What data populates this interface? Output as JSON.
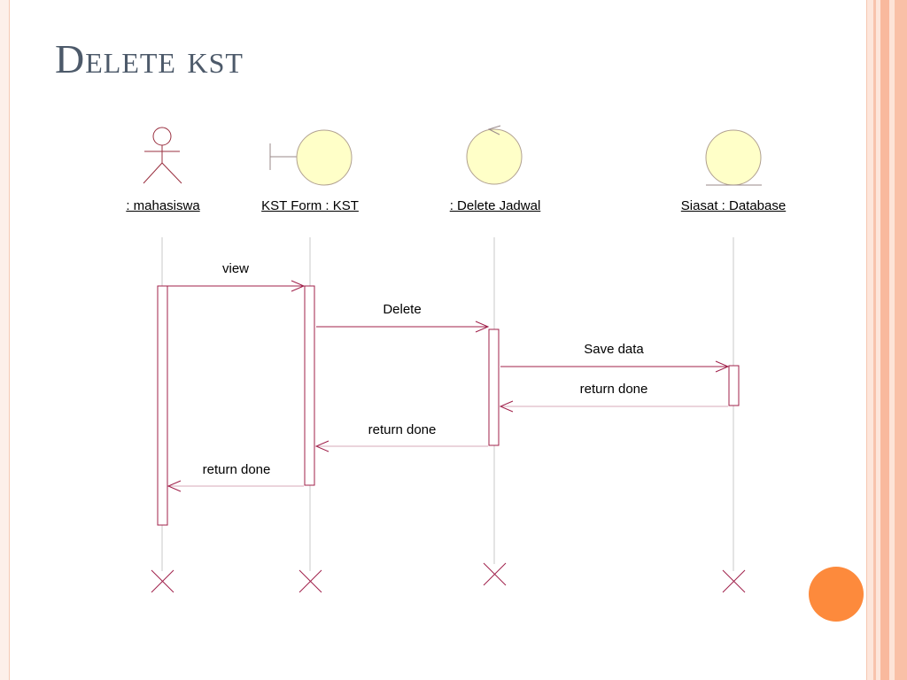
{
  "slide": {
    "title": "Delete kst"
  },
  "diagram": {
    "participants": [
      {
        "id": "mahasiswa",
        "kind": "actor",
        "label": ": mahasiswa"
      },
      {
        "id": "kst_form",
        "kind": "boundary",
        "label": "KST Form : KST"
      },
      {
        "id": "delete_jadwal",
        "kind": "control",
        "label": ": Delete Jadwal"
      },
      {
        "id": "siasat_db",
        "kind": "entity",
        "label": "Siasat : Database"
      }
    ],
    "messages": [
      {
        "from": "mahasiswa",
        "to": "kst_form",
        "label": "view",
        "kind": "call"
      },
      {
        "from": "kst_form",
        "to": "delete_jadwal",
        "label": "Delete",
        "kind": "call"
      },
      {
        "from": "delete_jadwal",
        "to": "siasat_db",
        "label": "Save data",
        "kind": "call"
      },
      {
        "from": "siasat_db",
        "to": "delete_jadwal",
        "label": "return done",
        "kind": "return"
      },
      {
        "from": "delete_jadwal",
        "to": "kst_form",
        "label": "return done",
        "kind": "return"
      },
      {
        "from": "kst_form",
        "to": "mahasiswa",
        "label": "return done",
        "kind": "return"
      }
    ]
  },
  "colors": {
    "title": "#4d5a6a",
    "symbol_fill": "#ffffc8",
    "symbol_stroke": "#9a3040",
    "arrow": "#a0204a",
    "lifeline": "#c8c8c8",
    "accent_dot": "#fd8a3c"
  }
}
